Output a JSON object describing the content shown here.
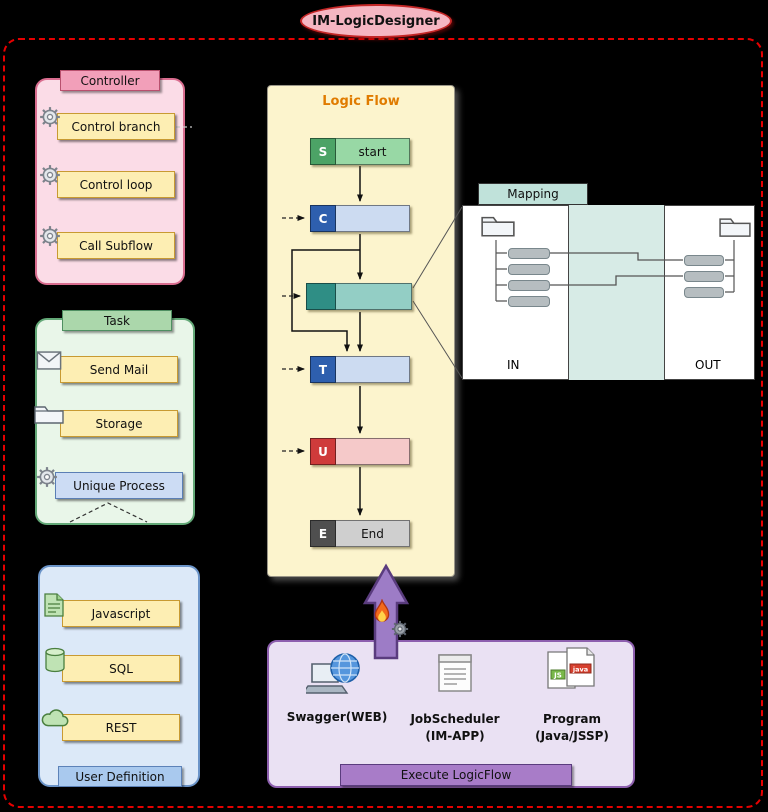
{
  "title_badge": "IM-LogicDesigner",
  "palette": {
    "background": "#000000",
    "outer_border_red": "#e60000",
    "controller_pink": "#fbdce7",
    "task_green": "#e9f6e9",
    "userdef_blue": "#dce9f8",
    "logicflow_cream": "#fcf4cd",
    "execute_lavender": "#eae1f3",
    "item_yellow": "#fdeeb3",
    "accent_orange": "#e07b00",
    "node_blue": "#2e5fae",
    "node_teal": "#2f8e85",
    "node_red": "#cf3b3b",
    "node_green": "#4ca366"
  },
  "controller": {
    "title": "Controller",
    "items": [
      {
        "label": "Control branch",
        "icon": "gear-icon"
      },
      {
        "label": "Control loop",
        "icon": "gear-icon"
      },
      {
        "label": "Call Subflow",
        "icon": "gear-icon"
      }
    ]
  },
  "task": {
    "title": "Task",
    "items": [
      {
        "label": "Send Mail",
        "icon": "mail-icon"
      },
      {
        "label": "Storage",
        "icon": "folder-icon"
      },
      {
        "label": "Unique Process",
        "icon": "gear-icon"
      }
    ]
  },
  "user_definition": {
    "title": "User Definition",
    "items": [
      {
        "label": "Javascript",
        "icon": "script-icon"
      },
      {
        "label": "SQL",
        "icon": "database-icon"
      },
      {
        "label": "REST",
        "icon": "cloud-icon"
      }
    ]
  },
  "logic_flow": {
    "title": "Logic Flow",
    "nodes": [
      {
        "key": "S",
        "label": "start",
        "type": "start"
      },
      {
        "key": "C",
        "label": "",
        "type": "control"
      },
      {
        "key": "",
        "label": "",
        "type": "mapping"
      },
      {
        "key": "T",
        "label": "",
        "type": "task"
      },
      {
        "key": "U",
        "label": "",
        "type": "user"
      },
      {
        "key": "E",
        "label": "End",
        "type": "end"
      }
    ]
  },
  "mapping": {
    "title": "Mapping",
    "in_label": "IN",
    "out_label": "OUT"
  },
  "execute": {
    "title": "Execute LogicFlow",
    "items": [
      {
        "label": "Swagger(WEB)",
        "sublabel": "",
        "icon": "globe-laptop-icon"
      },
      {
        "label": "JobScheduler",
        "sublabel": "(IM-APP)",
        "icon": "document-icon"
      },
      {
        "label": "Program",
        "sublabel": "(Java/JSSP)",
        "icon": "code-files-icon",
        "badges": [
          "java",
          "JS"
        ]
      }
    ]
  }
}
